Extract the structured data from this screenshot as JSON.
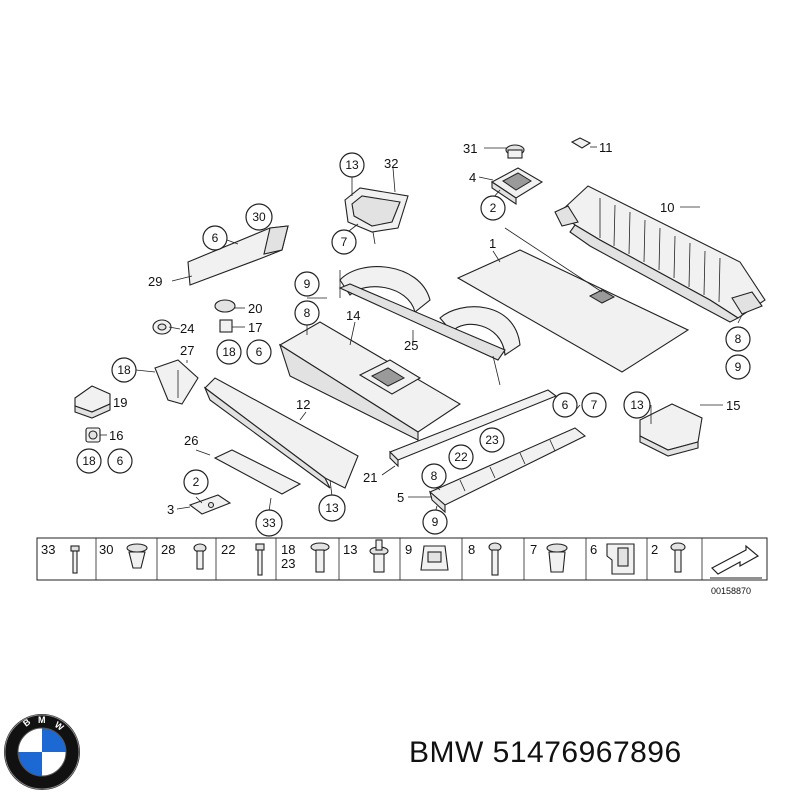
{
  "callouts": [
    "31",
    "11",
    "13",
    "32",
    "4",
    "2",
    "10",
    "30",
    "6",
    "7",
    "1",
    "29",
    "9",
    "20",
    "8",
    "14",
    "24",
    "17",
    "18",
    "6",
    "25",
    "27",
    "8",
    "18",
    "9",
    "19",
    "12",
    "6",
    "7",
    "13",
    "15",
    "16",
    "18",
    "6",
    "26",
    "23",
    "22",
    "21",
    "8",
    "2",
    "5",
    "3",
    "33",
    "13",
    "9"
  ],
  "strip": {
    "items": [
      "33",
      "30",
      "28",
      "22",
      "18\n23",
      "13",
      "9",
      "8",
      "7",
      "6",
      "2"
    ]
  },
  "reference_code": "00158870",
  "brand": {
    "text": "BMW 51476967896",
    "logo_letters": "BMW",
    "colors": {
      "blue": "#1c69d4",
      "ring": "#111111",
      "white": "#ffffff"
    }
  }
}
